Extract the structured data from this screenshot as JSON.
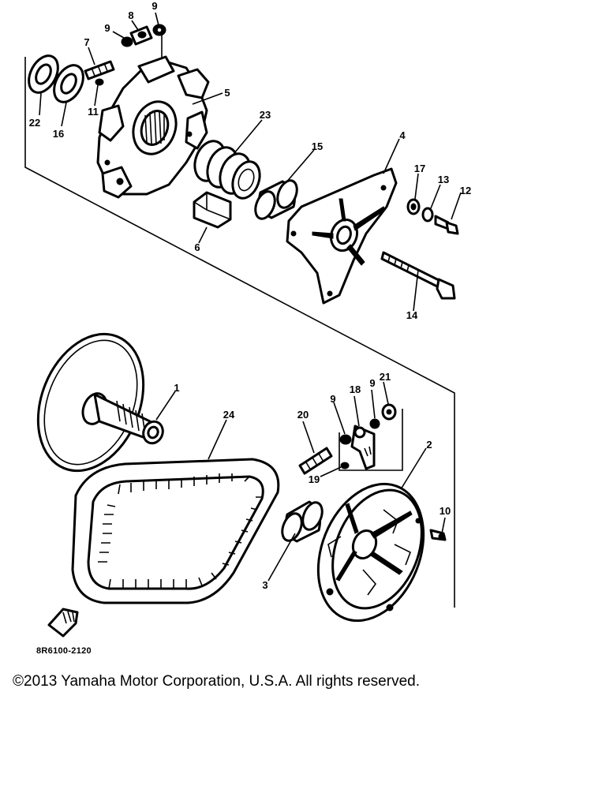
{
  "diagram": {
    "part_numbers": [
      "1",
      "2",
      "3",
      "4",
      "5",
      "6",
      "7",
      "8",
      "9",
      "9",
      "9",
      "9",
      "10",
      "11",
      "12",
      "13",
      "14",
      "15",
      "16",
      "17",
      "18",
      "19",
      "20",
      "21",
      "22",
      "23",
      "24"
    ],
    "drawing_code": "8R6100-2120"
  },
  "footer": {
    "copyright": "©2013 Yamaha Motor Corporation, U.S.A. All rights reserved."
  }
}
